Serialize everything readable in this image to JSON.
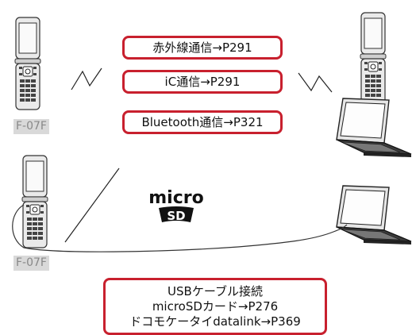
{
  "methods": {
    "infrared": "赤外線通信→P291",
    "ic": "iC通信→P291",
    "bluetooth": "Bluetooth通信→P321"
  },
  "phone_label_top": "F-07F",
  "phone_label_bottom": "F-07F",
  "wired_box": {
    "line1": "USBケーブル接続",
    "line2": "microSDカード→P276",
    "line3": "ドコモケータイdatalink→P369"
  },
  "microsd_logo": "micro SD",
  "colors": {
    "box_border": "#c8202e",
    "label_bg": "#d9d9d9"
  }
}
